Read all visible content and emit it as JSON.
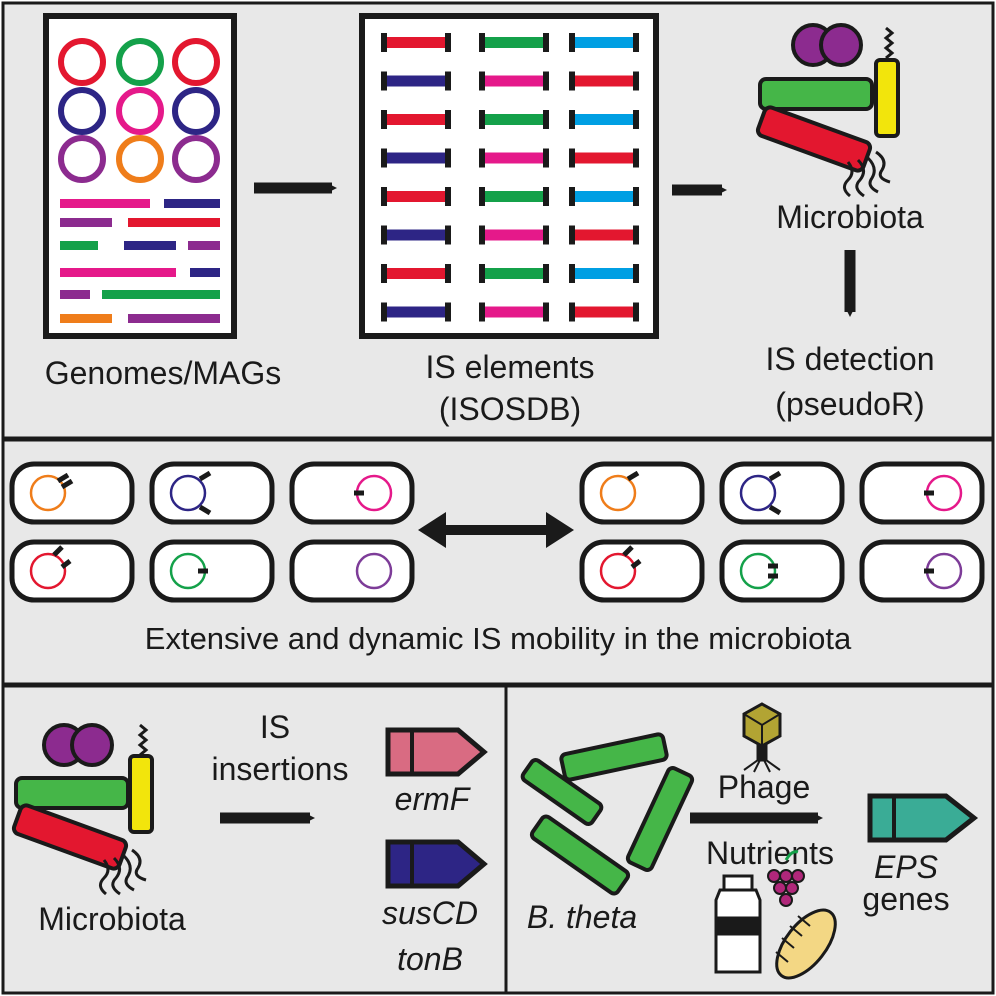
{
  "panel_top": {
    "genomes_label": "Genomes/MAGs",
    "is_elements_label": "IS elements",
    "isosdb_label": "(ISOSDB)",
    "microbiota_label": "Microbiota",
    "is_detection_label": "IS detection",
    "pseudor_label": "(pseudoR)"
  },
  "panel_middle": {
    "caption": "Extensive and dynamic IS mobility in the microbiota"
  },
  "panel_bottom_left": {
    "microbiota_label": "Microbiota",
    "is_label": "IS",
    "insertions_label": "insertions",
    "genes": [
      "ermF",
      "susCD",
      "tonB"
    ]
  },
  "panel_bottom_right": {
    "organism_label": "B. theta",
    "phage_label": "Phage",
    "nutrients_label": "Nutrients",
    "eps_label": "EPS",
    "genes_label": "genes"
  },
  "colors": {
    "panel_bg": "#e8e8e8",
    "outline": "#1a1a1a",
    "red": "#e3172f",
    "green": "#14a14a",
    "blue": "#009fe3",
    "navy": "#2d2585",
    "magenta": "#e5198a",
    "orange": "#ef7d1a",
    "purple": "#8c2b8f",
    "light_purple": "#7d3c98",
    "bacteria_green": "#45b648",
    "yellow": "#f2e50c",
    "ermF": "#d96b82",
    "susCD": "#2d2585",
    "eps": "#3aac96",
    "phage_gold": "#b2a433",
    "grape": "#b0277a",
    "bread": "#f3d784"
  }
}
